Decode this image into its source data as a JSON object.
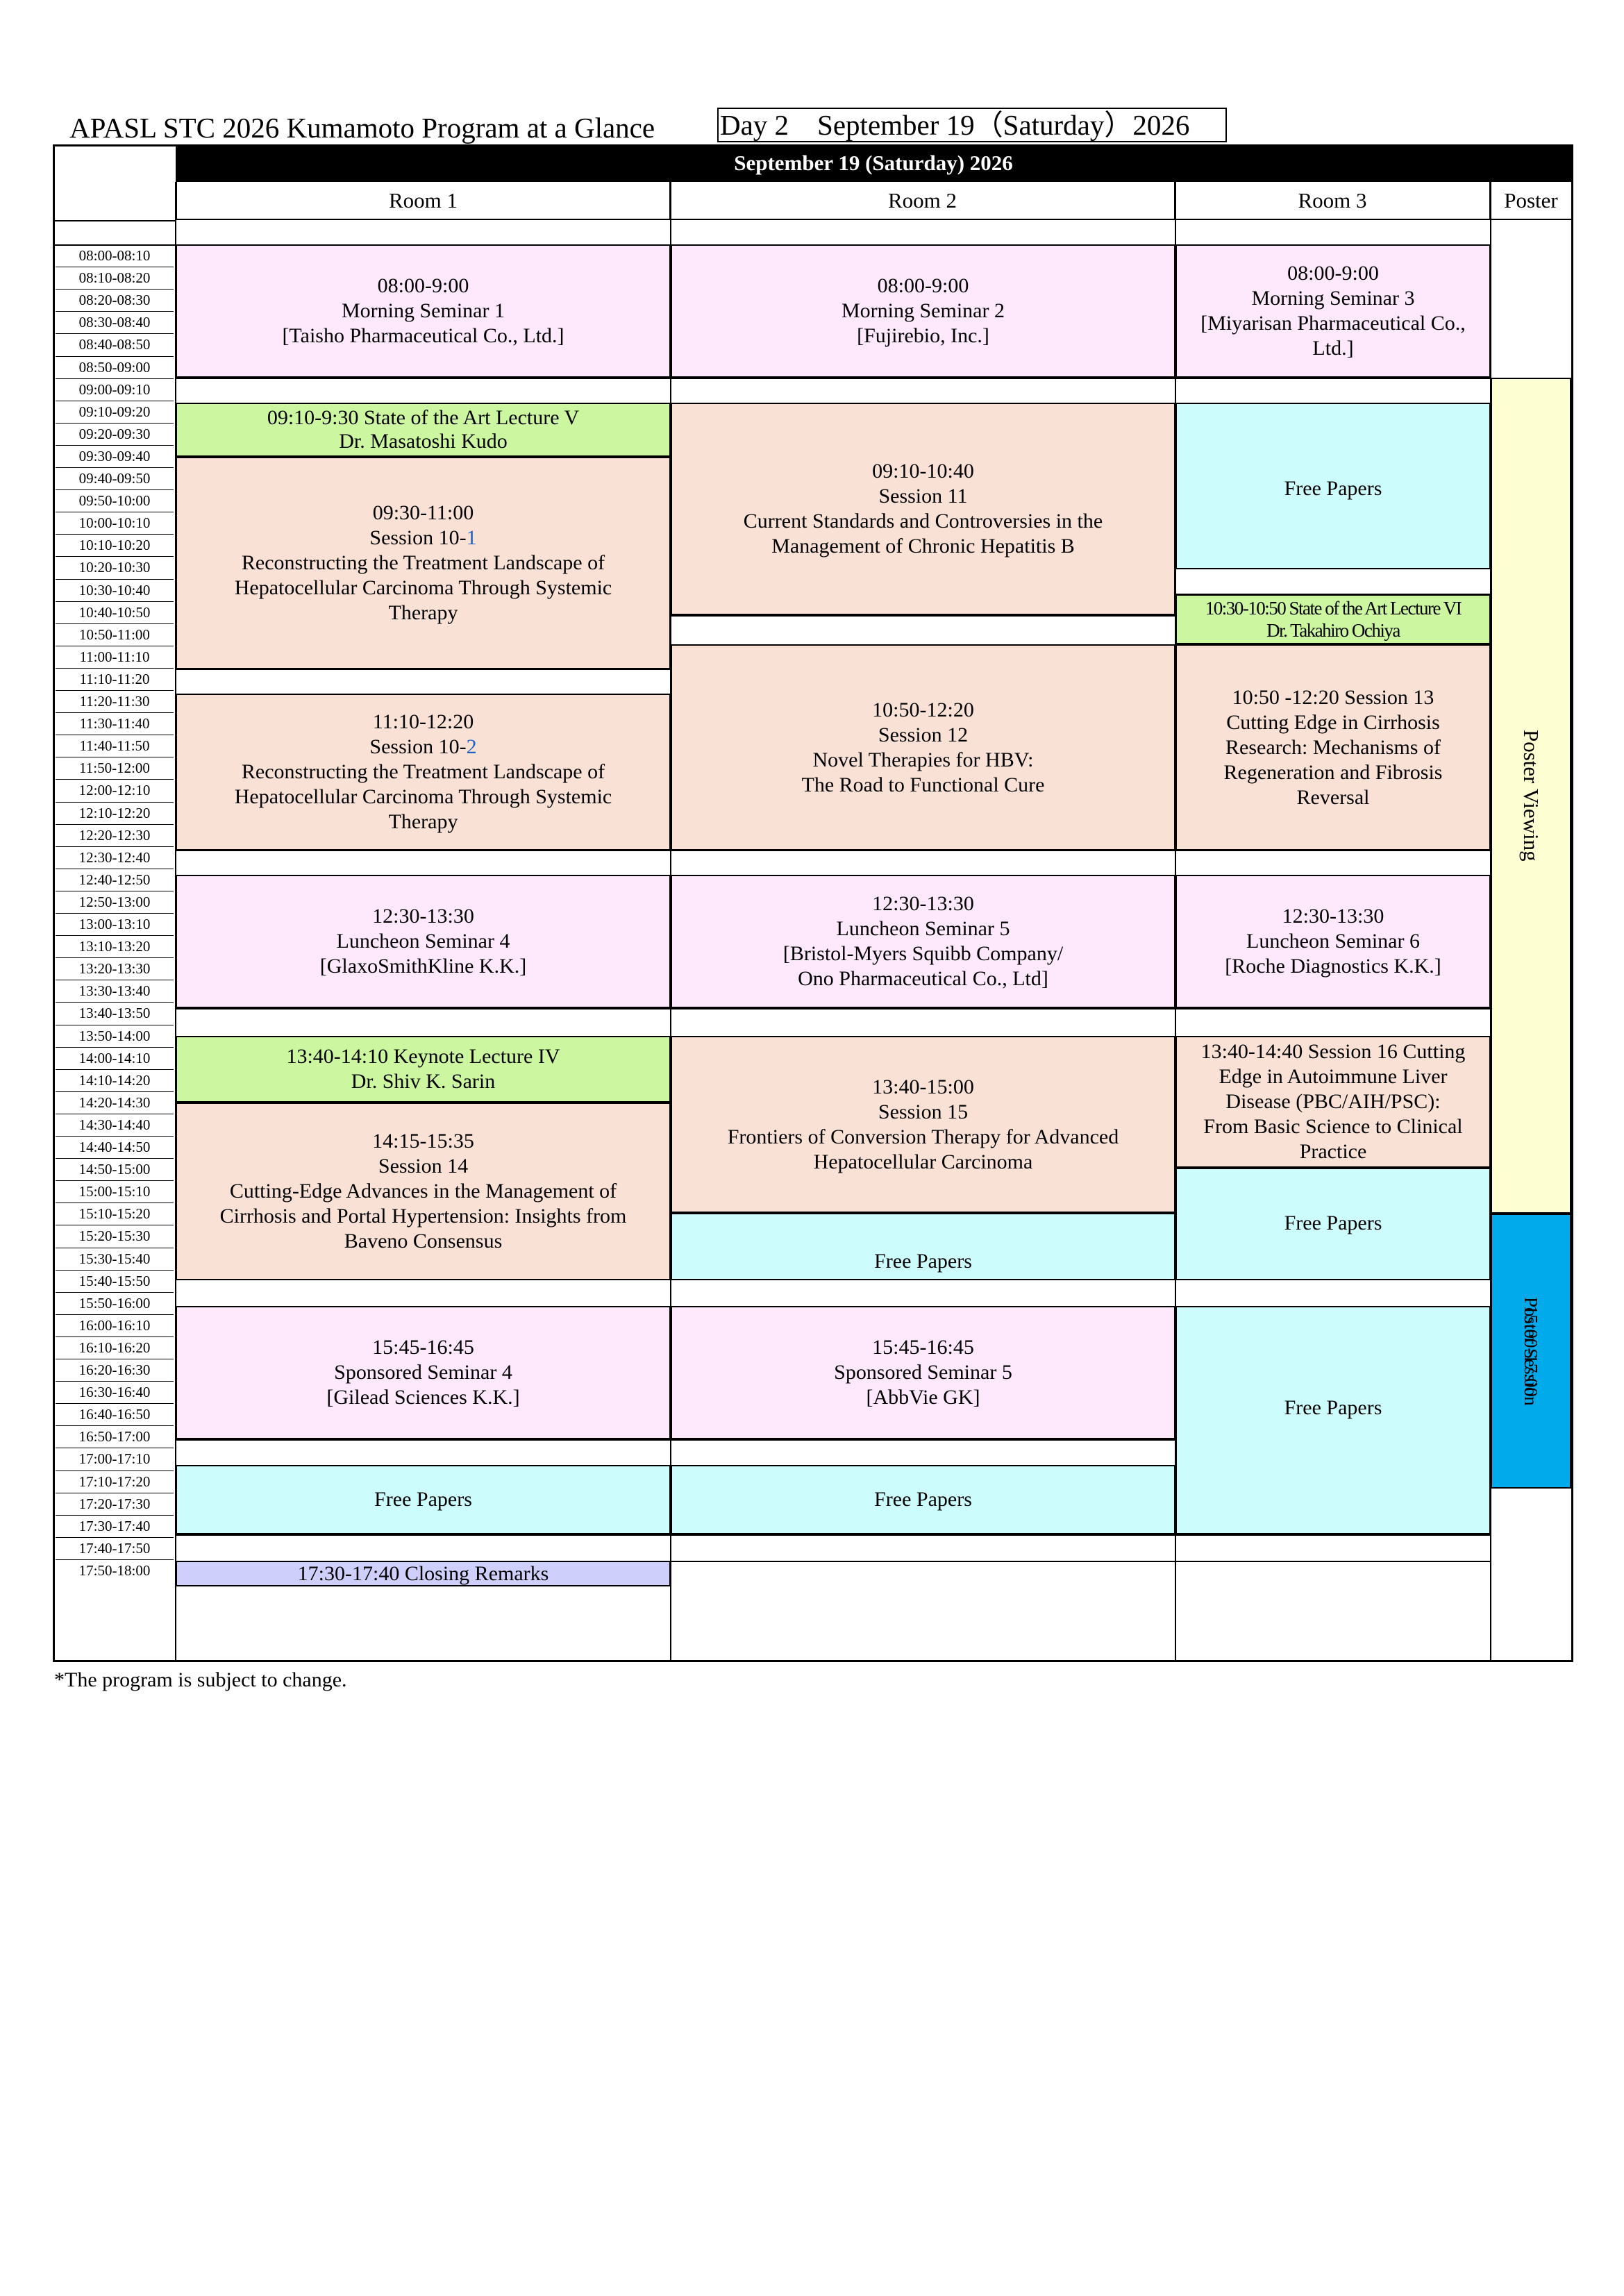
{
  "header": {
    "title": "APASL STC 2026 Kumamoto Program at a Glance",
    "day_box": "Day 2　September 19（Saturday）2026",
    "date_bar": "September 19 (Saturday) 2026"
  },
  "rooms": [
    "Room 1",
    "Room 2",
    "Room 3",
    "Poster"
  ],
  "time_slots": [
    "08:00-08:10",
    "08:10-08:20",
    "08:20-08:30",
    "08:30-08:40",
    "08:40-08:50",
    "08:50-09:00",
    "09:00-09:10",
    "09:10-09:20",
    "09:20-09:30",
    "09:30-09:40",
    "09:40-09:50",
    "09:50-10:00",
    "10:00-10:10",
    "10:10-10:20",
    "10:20-10:30",
    "10:30-10:40",
    "10:40-10:50",
    "10:50-11:00",
    "11:00-11:10",
    "11:10-11:20",
    "11:20-11:30",
    "11:30-11:40",
    "11:40-11:50",
    "11:50-12:00",
    "12:00-12:10",
    "12:10-12:20",
    "12:20-12:30",
    "12:30-12:40",
    "12:40-12:50",
    "12:50-13:00",
    "13:00-13:10",
    "13:10-13:20",
    "13:20-13:30",
    "13:30-13:40",
    "13:40-13:50",
    "13:50-14:00",
    "14:00-14:10",
    "14:10-14:20",
    "14:20-14:30",
    "14:30-14:40",
    "14:40-14:50",
    "14:50-15:00",
    "15:00-15:10",
    "15:10-15:20",
    "15:20-15:30",
    "15:30-15:40",
    "15:40-15:50",
    "15:50-16:00",
    "16:00-16:10",
    "16:10-16:20",
    "16:20-16:30",
    "16:30-16:40",
    "16:40-16:50",
    "16:50-17:00",
    "17:00-17:10",
    "17:10-17:20",
    "17:20-17:30",
    "17:30-17:40",
    "17:40-17:50",
    "17:50-18:00"
  ],
  "room1": {
    "morning_seminar": [
      "08:00-9:00",
      "Morning Seminar 1",
      "[Taisho Pharmaceutical Co., Ltd.]"
    ],
    "state_of_art_v": [
      "09:10-9:30 State of the Art Lecture V",
      "Dr. Masatoshi Kudo"
    ],
    "session_10_1": {
      "time": "09:30-11:00",
      "label": "Session 10-",
      "num": "1",
      "title_lines": [
        "Reconstructing the Treatment Landscape of",
        "Hepatocellular Carcinoma Through Systemic",
        "Therapy"
      ]
    },
    "session_10_2": {
      "time": "11:10-12:20",
      "label": "Session 10-",
      "num": "2",
      "title_lines": [
        "Reconstructing the Treatment Landscape of",
        "Hepatocellular Carcinoma Through Systemic",
        "Therapy"
      ]
    },
    "luncheon": [
      "12:30-13:30",
      "Luncheon Seminar 4",
      "[GlaxoSmithKline K.K.]"
    ],
    "keynote": [
      "13:40-14:10 Keynote Lecture IV",
      "Dr. Shiv K. Sarin"
    ],
    "session_14": [
      "14:15-15:35",
      "Session 14",
      "Cutting-Edge Advances in the Management of",
      "Cirrhosis and Portal Hypertension: Insights from",
      "Baveno Consensus"
    ],
    "sponsored": [
      "15:45-16:45",
      "Sponsored Seminar 4",
      "[Gilead Sciences K.K.]"
    ],
    "free_papers": "Free Papers",
    "closing": "17:30-17:40 Closing Remarks"
  },
  "room2": {
    "morning_seminar": [
      "08:00-9:00",
      "Morning Seminar 2",
      "[Fujirebio, Inc.]"
    ],
    "session_11": [
      "09:10-10:40",
      "Session 11",
      "Current Standards and Controversies in the",
      "Management of Chronic Hepatitis B"
    ],
    "session_12": [
      "10:50-12:20",
      "Session 12",
      "Novel Therapies for HBV:",
      "The Road to Functional Cure"
    ],
    "luncheon": [
      "12:30-13:30",
      "Luncheon Seminar 5",
      "[Bristol-Myers Squibb Company/",
      "Ono Pharmaceutical Co., Ltd]"
    ],
    "session_15": [
      "13:40-15:00",
      "Session 15",
      "Frontiers of Conversion Therapy for Advanced",
      "Hepatocellular Carcinoma"
    ],
    "free_papers_1": "Free Papers",
    "sponsored": [
      "15:45-16:45",
      "Sponsored Seminar 5",
      "[AbbVie GK]"
    ],
    "free_papers_2": "Free Papers"
  },
  "room3": {
    "morning_seminar": [
      "08:00-9:00",
      "Morning Seminar 3",
      "[Miyarisan Pharmaceutical Co.,",
      "Ltd.]"
    ],
    "free_papers_1": "Free Papers",
    "state_of_art_vi": [
      "10:30-10:50 State of the Art Lecture VI",
      "Dr. Takahiro Ochiya"
    ],
    "session_13": [
      "10:50 -12:20 Session 13",
      "Cutting Edge in Cirrhosis",
      "Research: Mechanisms of",
      "Regeneration and Fibrosis",
      "Reversal"
    ],
    "luncheon": [
      "12:30-13:30",
      "Luncheon Seminar 6",
      "[Roche Diagnostics K.K.]"
    ],
    "session_16": [
      "13:40-14:40 Session 16 Cutting",
      "Edge in Autoimmune Liver",
      "Disease (PBC/AIH/PSC):",
      "From Basic Science to Clinical",
      "Practice"
    ],
    "free_papers_2": "Free Papers",
    "free_papers_3": "Free Papers"
  },
  "poster": {
    "viewing": "Poster Viewing",
    "session_title": "Poster Session",
    "session_time": "15:00-17:00"
  },
  "footnote": "*The program is subject to change.",
  "colors": {
    "seminar_pink": "#fde8fc",
    "session_peach": "#f9e1d6",
    "lecture_green": "#ccf7a0",
    "free_papers_cyan": "#cdfcfd",
    "closing_lavender": "#cfcffb",
    "poster_viewing_yellow": "#fefed3",
    "poster_session_blue": "#00aaeb"
  }
}
